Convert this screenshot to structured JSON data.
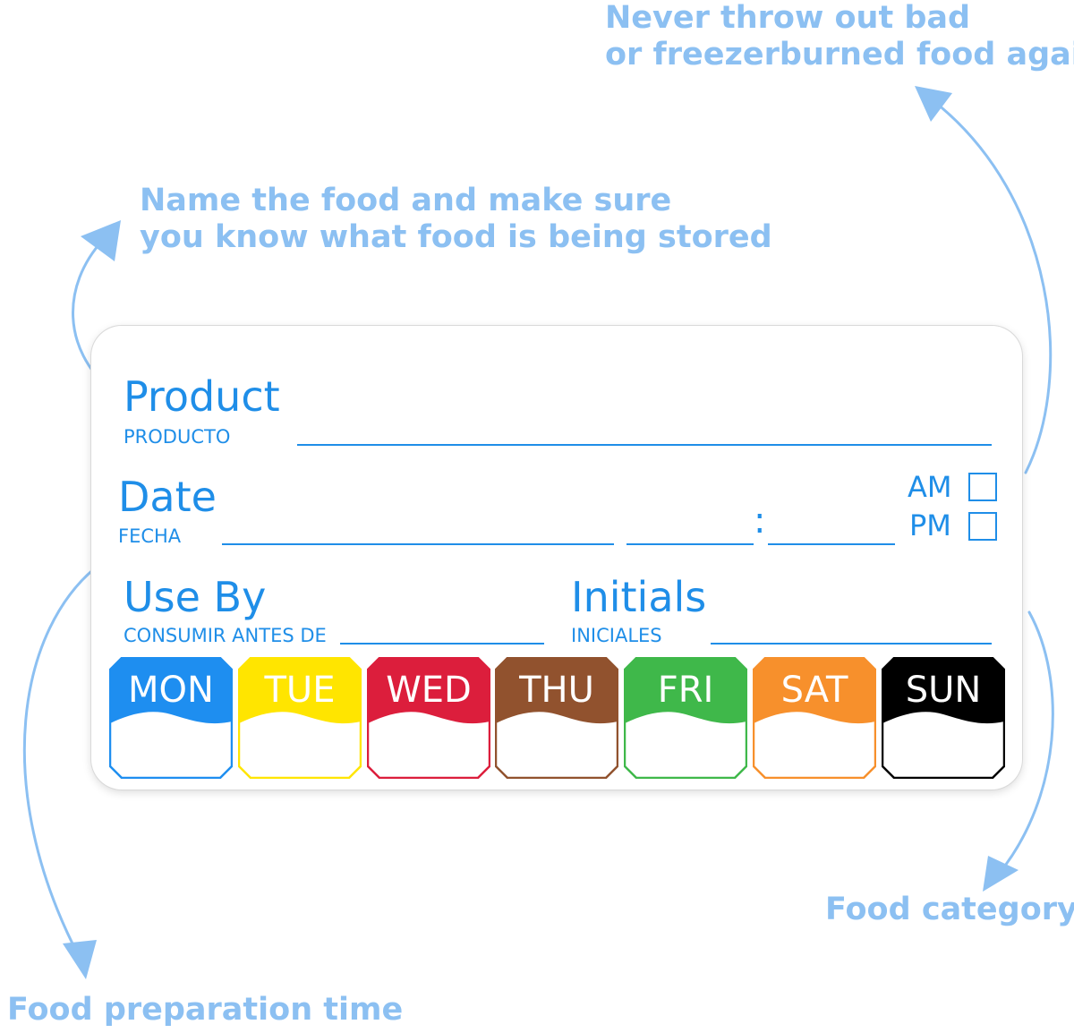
{
  "callouts": {
    "top_right": [
      "Never throw out bad",
      "or freezerburned food again!"
    ],
    "name_food": [
      "Name the food and make sure",
      "you know what food is being stored"
    ],
    "category": "Food category",
    "prep_time": "Food preparation time"
  },
  "label": {
    "product": {
      "title": "Product",
      "subtitle": "PRODUCTO"
    },
    "date": {
      "title": "Date",
      "subtitle": "FECHA"
    },
    "time_separator": ":",
    "am": "AM",
    "pm": "PM",
    "use_by": {
      "title": "Use By",
      "subtitle": "CONSUMIR ANTES DE"
    },
    "initials": {
      "title": "Initials",
      "subtitle": "INICIALES"
    },
    "days": [
      {
        "label": "MON",
        "color": "#1e8ef0",
        "text_color": "#ffffff"
      },
      {
        "label": "TUE",
        "color": "#ffe500",
        "text_color": "#ffffff"
      },
      {
        "label": "WED",
        "color": "#dc1e3c",
        "text_color": "#ffffff"
      },
      {
        "label": "THU",
        "color": "#91522e",
        "text_color": "#ffffff"
      },
      {
        "label": "FRI",
        "color": "#3fb84a",
        "text_color": "#ffffff"
      },
      {
        "label": "SAT",
        "color": "#f7902c",
        "text_color": "#ffffff"
      },
      {
        "label": "SUN",
        "color": "#000000",
        "text_color": "#ffffff"
      }
    ]
  },
  "colors": {
    "callout_text": "#8cc0f2",
    "label_blue": "#1f8ee8"
  }
}
